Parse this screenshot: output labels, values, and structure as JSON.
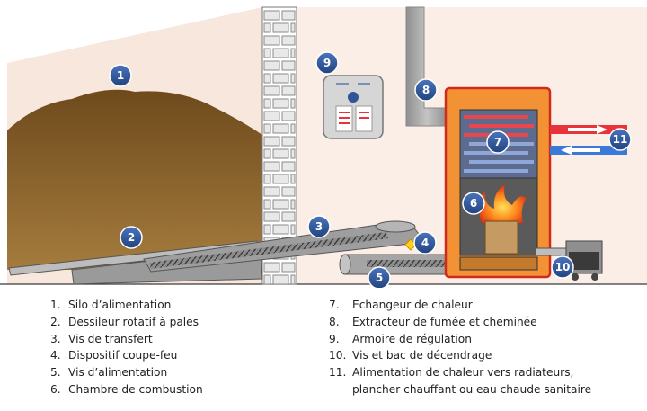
{
  "badges": [
    {
      "n": "1"
    },
    {
      "n": "2"
    },
    {
      "n": "3"
    },
    {
      "n": "4"
    },
    {
      "n": "5"
    },
    {
      "n": "6"
    },
    {
      "n": "7"
    },
    {
      "n": "8"
    },
    {
      "n": "9"
    },
    {
      "n": "10"
    },
    {
      "n": "11"
    }
  ],
  "legend_left": [
    {
      "num": "1.",
      "text": "Silo d’alimentation"
    },
    {
      "num": "2.",
      "text": "Dessileur rotatif à pales"
    },
    {
      "num": "3.",
      "text": "Vis de transfert"
    },
    {
      "num": "4.",
      "text": "Dispositif coupe-feu"
    },
    {
      "num": "5.",
      "text": "Vis d’alimentation"
    },
    {
      "num": "6.",
      "text": "Chambre de combustion"
    }
  ],
  "legend_right": [
    {
      "num": "7.",
      "text": "Echangeur de chaleur"
    },
    {
      "num": "8.",
      "text": "Extracteur de fumée et cheminée"
    },
    {
      "num": "9.",
      "text": "Armoire de régulation"
    },
    {
      "num": "10.",
      "text": "Vis et bac de décendrage"
    },
    {
      "num": "11.",
      "text": "Alimentation de chaleur vers radiateurs,"
    }
  ],
  "legend_right_continuation": "plancher chauffant ou eau chaude sanitaire",
  "colors": {
    "badge_fill": "#2f5597",
    "wall_bg": "#f5e6dd",
    "silo_pellets": "#8a6430",
    "boiler_orange": "#f39234",
    "boiler_outline": "#d02a1a",
    "pipe_gray": "#a6a6a6",
    "hot_pipe": "#e8333a",
    "cold_pipe": "#3c78d8"
  }
}
